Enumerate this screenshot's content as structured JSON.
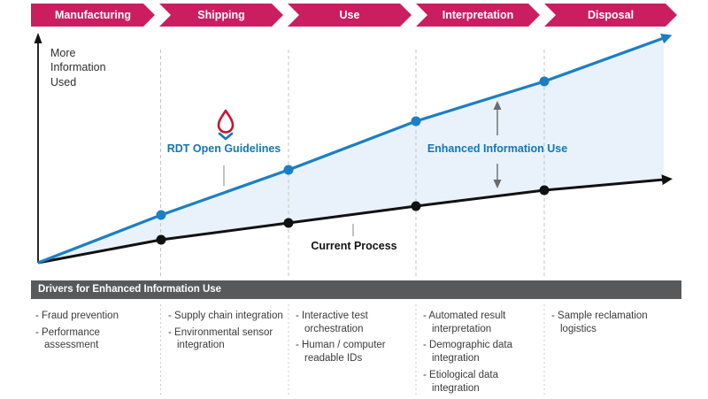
{
  "stages": [
    {
      "label": "Manufacturing"
    },
    {
      "label": "Shipping"
    },
    {
      "label": "Use"
    },
    {
      "label": "Interpretation"
    },
    {
      "label": "Disposal"
    }
  ],
  "chart": {
    "type": "line",
    "y_axis_label": "More\nInformation\nUsed",
    "series": [
      {
        "name": "RDT Open Guidelines",
        "color": "#1b7fc4",
        "values": [
          0,
          0.2126,
          0.4134,
          0.6299,
          0.8071,
          1.0
        ]
      },
      {
        "name": "Current Process",
        "color": "#111111",
        "values": [
          0,
          0.1024,
          0.1772,
          0.252,
          0.3228,
          0.3701
        ]
      }
    ],
    "annotations": {
      "enhanced_gap": "Enhanced Information Use"
    },
    "x_positions_are_stage_boundaries": [
      "start",
      "Manufacturing/Shipping",
      "Shipping/Use",
      "Use/Interpretation",
      "Interpretation/Disposal",
      "end"
    ]
  },
  "icons": {
    "rdt_marker": "droplet-icon",
    "rdt_pointer": "chevron-down-icon"
  },
  "drivers": {
    "header": "Drivers for Enhanced Information Use",
    "columns": [
      {
        "stage": "Manufacturing",
        "items": [
          "Fraud prevention",
          "Performance assessment"
        ]
      },
      {
        "stage": "Shipping",
        "items": [
          "Supply chain integration",
          "Environmental sensor integration"
        ]
      },
      {
        "stage": "Use",
        "items": [
          "Interactive test orchestration",
          "Human / computer readable IDs"
        ]
      },
      {
        "stage": "Interpretation",
        "items": [
          "Automated result interpretation",
          "Demographic data integration",
          "Etiological data integration"
        ]
      },
      {
        "stage": "Disposal",
        "items": [
          "Sample reclamation logistics"
        ]
      }
    ]
  },
  "colors": {
    "stage_bar": "#cb1e61",
    "enhanced_line": "#1b7fc4",
    "blue_text": "#1276bd",
    "current_line": "#111111",
    "gap_fill": "#e9f2fa",
    "drivers_bar": "#58595b",
    "droplet_red": "#c41432",
    "gridline": "#c4c4c4"
  }
}
